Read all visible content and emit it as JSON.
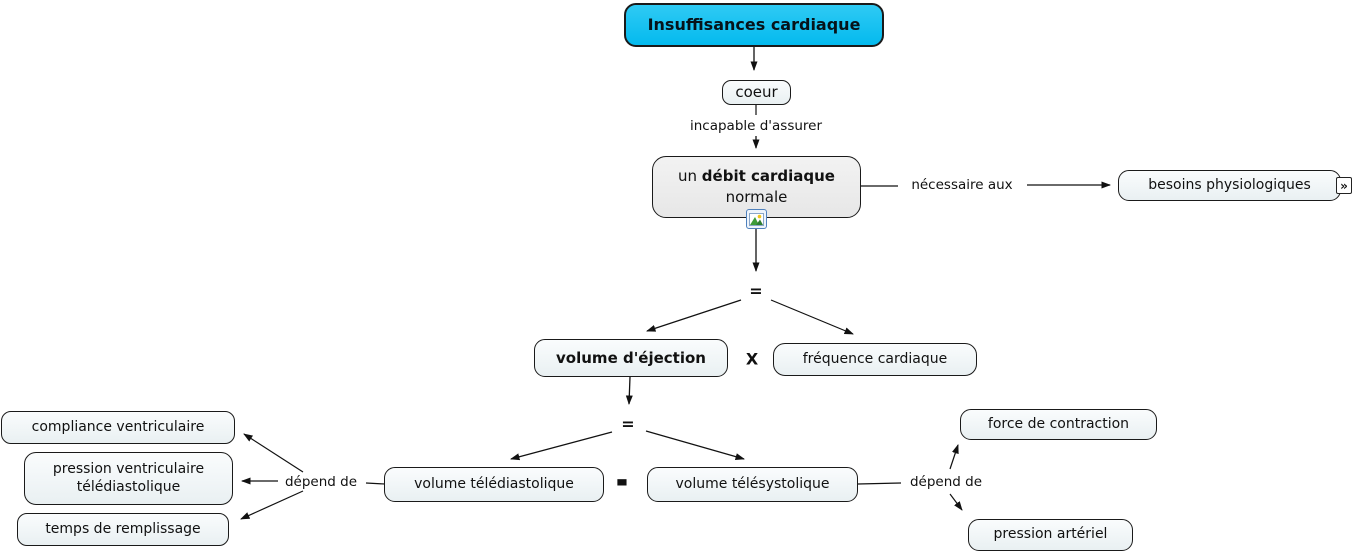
{
  "map_title": "Insuffisances cardiaque",
  "colors": {
    "accent_cyan": "#0fc2f2",
    "node_fill": "#edf3f5",
    "debit_fill": "#ececec",
    "node_border": "#1a1a1a",
    "background": "#ffffff"
  },
  "nodes": {
    "root": {
      "label": "Insuffisances cardiaque"
    },
    "coeur": {
      "label": "coeur"
    },
    "debit": {
      "line1_pre": "un ",
      "line1_bold": "débit cardiaque",
      "line2": "normale"
    },
    "besoins": {
      "label": "besoins physiologiques",
      "link_icon_glyph": "»"
    },
    "volume_ejection": {
      "label": "volume d'éjection"
    },
    "frequence": {
      "label": "fréquence cardiaque"
    },
    "volume_telediastolique": {
      "label": "volume télédiastolique"
    },
    "volume_telesystolique": {
      "label": "volume télésystolique"
    },
    "compliance": {
      "label": "compliance ventriculaire"
    },
    "pression_ventriculaire": {
      "line1": "pression ventriculaire",
      "line2": "télédiastolique"
    },
    "temps_remplissage": {
      "label": "temps de remplissage"
    },
    "force_contraction": {
      "label": "force de contraction"
    },
    "pression_arteriel": {
      "label": "pression artériel"
    }
  },
  "linking_phrases": {
    "incapable": "incapable d'assurer",
    "necessaire": "nécessaire aux",
    "equals_top": "=",
    "multiply": "X",
    "equals_mid": "=",
    "minus": "-",
    "depend_left": "dépend de",
    "depend_right": "dépend de"
  }
}
